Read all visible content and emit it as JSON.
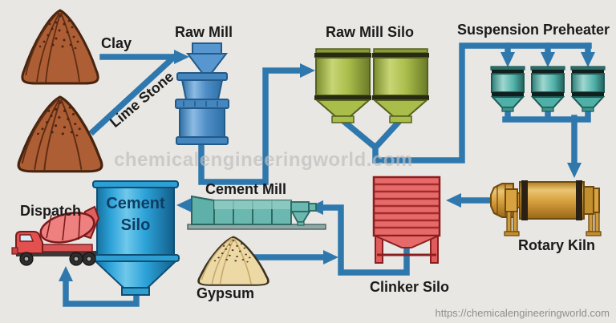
{
  "watermark": "chemicalengineeringworld.com",
  "source_url": "https://chemicalengineeringworld.com",
  "labels": {
    "clay": "Clay",
    "lime_stone": "Lime Stone",
    "raw_mill": "Raw Mill",
    "raw_mill_silo": "Raw Mill Silo",
    "suspension_preheater": "Suspension Preheater",
    "rotary_kiln": "Rotary Kiln",
    "clinker_silo": "Clinker Silo",
    "cement_mill": "Cement Mill",
    "gypsum": "Gypsum",
    "cement_silo_line1": "Cement",
    "cement_silo_line2": "Silo",
    "dispatch": "Dispatch"
  },
  "flow": [
    {
      "from": "Clay",
      "to": "Raw Mill"
    },
    {
      "from": "Lime Stone",
      "to": "Raw Mill"
    },
    {
      "from": "Raw Mill",
      "to": "Raw Mill Silo"
    },
    {
      "from": "Raw Mill Silo",
      "to": "Suspension Preheater"
    },
    {
      "from": "Suspension Preheater",
      "to": "Rotary Kiln"
    },
    {
      "from": "Rotary Kiln",
      "to": "Clinker Silo"
    },
    {
      "from": "Clinker Silo",
      "to": "Cement Mill"
    },
    {
      "from": "Gypsum",
      "to": "Cement Mill"
    },
    {
      "from": "Cement Mill",
      "to": "Cement Silo"
    },
    {
      "from": "Cement Silo",
      "to": "Dispatch"
    }
  ],
  "colors": {
    "background": "#E8E7E4",
    "pipe_blue": "#2F78AD",
    "label_text": "#1A1A1A",
    "clay_brown": "#AE5E34",
    "gypsum_tan": "#EDD9A6",
    "raw_mill_blue": "#5796CE",
    "silo_green": "#A9BD4B",
    "preheater_teal": "#4FB0A8",
    "kiln_gold": "#D9A240",
    "clinker_red": "#E66A6A",
    "cement_mill_teal": "#6BB8B0",
    "cement_silo_blue": "#2DA3D9",
    "truck_red": "#E25050",
    "watermark_gray": "#C4C4C4"
  }
}
